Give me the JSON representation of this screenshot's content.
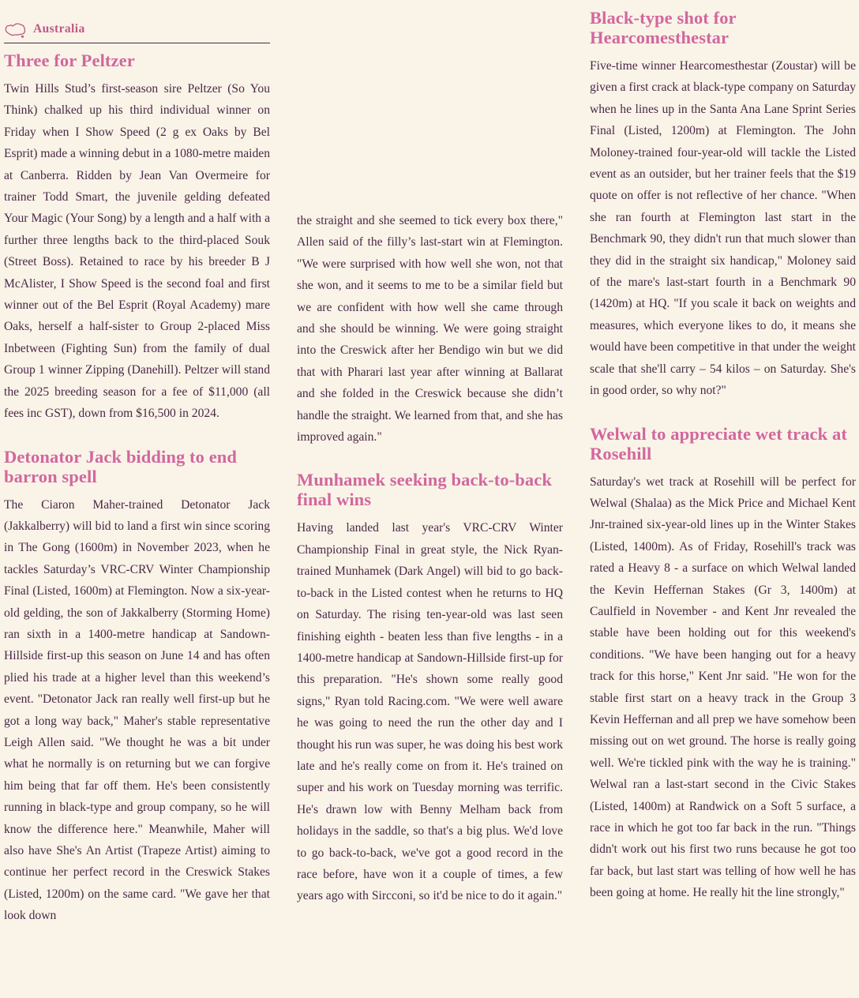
{
  "page": {
    "region_label": "Australia",
    "colors": {
      "background": "#f9f4e7",
      "headline_pink": "#d2679e",
      "label_pink": "#c25689",
      "body_text": "#4b2747"
    }
  },
  "col1": {
    "article1": {
      "headline": "Three for Peltzer",
      "body": "Twin Hills Stud’s first-season sire Peltzer (So You Think) chalked up his third individual winner on Friday when I Show Speed (2 g ex Oaks by Bel Esprit) made a winning debut in a 1080-metre maiden at Canberra. Ridden by Jean Van Overmeire for trainer Todd Smart, the juvenile gelding defeated Your Magic (Your Song) by a length and a half with a further three lengths back to the third-placed Souk (Street Boss). Retained to race by his breeder B J McAlister, I Show Speed is the second foal and first winner out of the Bel Esprit (Royal Academy) mare Oaks, herself a half-sister to Group 2-placed Miss Inbetween (Fighting Sun) from the family of dual Group 1 winner Zipping (Danehill). Peltzer will stand the 2025 breeding season for a fee of $11,000 (all fees inc GST), down from $16,500 in 2024."
    },
    "article2": {
      "headline": "Detonator Jack bidding to end barron spell",
      "body": "The Ciaron Maher-trained Detonator Jack (Jakkalberry) will bid to land a first win since scoring in The Gong (1600m) in November 2023, when he tackles Saturday’s VRC-CRV Winter Championship Final (Listed, 1600m) at Flemington. Now a six-year-old gelding, the son of Jakkalberry (Storming Home) ran sixth in a 1400-metre handicap at Sandown-Hillside first-up this season on June 14 and has often plied his trade at a higher level than this weekend’s event. \"Detonator Jack ran really well first-up but he got a long way back,\" Maher's stable representative Leigh Allen said. \"We thought he was a bit under what he normally is on returning but we can forgive him being that far off them. He's been consistently running in black-type and group company, so he will know the difference here.\" Meanwhile, Maher will also have She's An Artist (Trapeze Artist) aiming to continue her perfect record in the Creswick Stakes (Listed, 1200m) on the same card. \"We gave her that look down"
    }
  },
  "col2": {
    "continuation": "the straight and she seemed to tick every box there,\" Allen said of the filly’s last-start win at Flemington. \"We were surprised with how well she won, not that she won, and it seems to me to be a similar field but we are confident with how well she came through and she should be winning. We were going straight into the Creswick after her Bendigo win but we did that with Pharari last year after winning at Ballarat and she folded in the Creswick because she didn’t handle the straight. We learned from that, and she has improved again.\"",
    "article3": {
      "headline": "Munhamek seeking back-to-back final wins",
      "body": "Having landed last year's VRC-CRV Winter Championship Final in great style, the Nick Ryan-trained Munhamek (Dark Angel) will bid to go back-to-back in the Listed contest when he returns to HQ on Saturday. The rising ten-year-old was last seen finishing eighth - beaten less than five lengths - in a 1400-metre handicap at Sandown-Hillside first-up for this preparation. \"He's shown some really good signs,\" Ryan told Racing.com. \"We were well aware he was going to need the run the other day and I thought his run was super, he was doing his best work late and he's really come on from it. He's trained on super and his work on Tuesday morning was terrific. He's drawn low with Benny Melham back from holidays in the saddle, so that's a big plus. We'd love to go back-to-back, we've got a good record in the race before, have won it a couple of times, a few years ago with Sircconi, so it'd be nice to do it again.\""
    }
  },
  "col3": {
    "article4": {
      "headline": "Black-type shot for Hearcomesthestar",
      "body": "Five-time winner Hearcomesthestar (Zoustar) will be given a first crack at black-type company on Saturday when he lines up in the Santa Ana Lane Sprint Series Final (Listed, 1200m) at Flemington. The John Moloney-trained four-year-old will tackle the Listed event as an outsider, but her trainer feels that the $19 quote on offer is not reflective of her chance. \"When she ran fourth at Flemington last start in the Benchmark 90, they didn't run that much slower than they did in the straight six handicap,\" Moloney said of the mare's last-start fourth in a Benchmark 90 (1420m) at HQ. \"If you scale it back on weights and measures, which everyone likes to do, it means she would have been competitive in that under the weight scale that she'll carry – 54 kilos – on Saturday. She's in good order, so why not?\""
    },
    "article5": {
      "headline": "Welwal to appreciate wet track at Rosehill",
      "body": "Saturday's wet track at Rosehill will be perfect for Welwal (Shalaa) as the Mick Price and Michael Kent Jnr-trained six-year-old lines up in the Winter Stakes (Listed, 1400m). As of Friday, Rosehill's track was rated a Heavy 8 - a surface on which Welwal landed the Kevin Heffernan Stakes (Gr 3, 1400m) at Caulfield in November - and Kent Jnr revealed the stable have been holding out for this weekend's conditions. \"We have been hanging out for a heavy track for this horse,\" Kent Jnr said. \"He won for the stable first start on a heavy track in the Group 3 Kevin Heffernan and all prep we have somehow been missing out on wet ground. The horse is really going well. We're tickled pink with the way he is training.\" Welwal ran a last-start second in the Civic Stakes (Listed, 1400m) at Randwick on a Soft 5 surface, a race in which he got too far back in the run. \"Things didn't work out his first two runs because he got too far back, but last start was telling of how well he has been going at home. He really hit the line strongly,\""
    }
  }
}
